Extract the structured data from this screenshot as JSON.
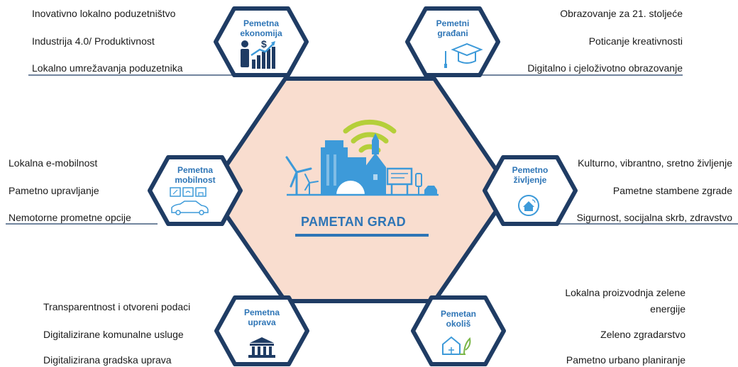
{
  "center": {
    "title": "PAMETAN GRAD"
  },
  "colors": {
    "hex_stroke": "#1f3c64",
    "center_fill": "#f9ddcf",
    "accent": "#2e75b6",
    "icon_blue": "#3d9ad9",
    "wifi_green": "#b5cf3a",
    "dark_icon": "#1f3c64",
    "text": "#1a1a1a"
  },
  "segments": {
    "ekonomija": {
      "title_line1": "Pemetna",
      "title_line2": "ekonomija",
      "icon": "business-growth-icon",
      "items": [
        "Inovativno lokalno poduzetništvo",
        "Industrija 4.0/ Produktivnost",
        "Lokalno umrežavanja poduzetnika"
      ]
    },
    "gradjani": {
      "title_line1": "Pemetni",
      "title_line2": "građani",
      "icon": "graduation-cap-icon",
      "items": [
        "Obrazovanje za 21. stoljeće",
        "Poticanje kreativnosti",
        "Digitalno i cjeloživotno obrazovanje"
      ]
    },
    "mobilnost": {
      "title_line1": "Pemetna",
      "title_line2": "mobilnost",
      "icon": "car-icon",
      "items": [
        "Lokalna e-mobilnost",
        "Pametno upravljanje",
        "Nemotorne prometne opcije"
      ]
    },
    "zivljenje": {
      "title_line1": "Pemetno",
      "title_line2": "življenje",
      "icon": "smart-home-icon",
      "items": [
        "Kulturno, vibrantno, sretno življenje",
        "Pametne stambene zgrade",
        "Sigurnost, socijalna skrb, zdravstvo"
      ]
    },
    "uprava": {
      "title_line1": "Pemetna",
      "title_line2": "uprava",
      "icon": "government-building-icon",
      "items": [
        "Transparentnost i otvoreni podaci",
        "Digitalizirane komunalne usluge",
        "Digitalizirana gradska uprava"
      ]
    },
    "okolis": {
      "title_line1": "Pemetan",
      "title_line2": "okoliš",
      "icon": "eco-house-icon",
      "items": [
        "Lokalna proizvodnja zelene",
        "energije",
        "Zeleno zgradarstvo",
        "Pametno urbano planiranje"
      ]
    }
  }
}
